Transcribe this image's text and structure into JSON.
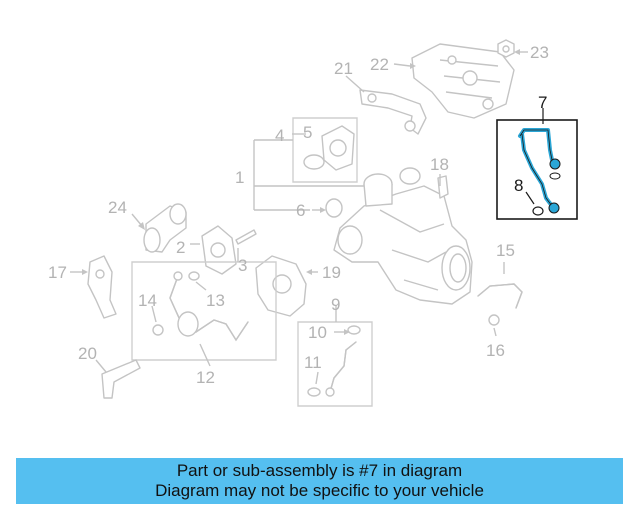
{
  "diagram": {
    "callouts": [
      {
        "id": "1",
        "label": "1"
      },
      {
        "id": "2",
        "label": "2"
      },
      {
        "id": "3",
        "label": "3"
      },
      {
        "id": "4",
        "label": "4"
      },
      {
        "id": "5",
        "label": "5"
      },
      {
        "id": "6",
        "label": "6"
      },
      {
        "id": "7",
        "label": "7"
      },
      {
        "id": "8",
        "label": "8"
      },
      {
        "id": "9",
        "label": "9"
      },
      {
        "id": "10",
        "label": "10"
      },
      {
        "id": "11",
        "label": "11"
      },
      {
        "id": "12",
        "label": "12"
      },
      {
        "id": "13",
        "label": "13"
      },
      {
        "id": "14",
        "label": "14"
      },
      {
        "id": "15",
        "label": "15"
      },
      {
        "id": "16",
        "label": "16"
      },
      {
        "id": "17",
        "label": "17"
      },
      {
        "id": "18",
        "label": "18"
      },
      {
        "id": "19",
        "label": "19"
      },
      {
        "id": "20",
        "label": "20"
      },
      {
        "id": "21",
        "label": "21"
      },
      {
        "id": "22",
        "label": "22"
      },
      {
        "id": "23",
        "label": "23"
      },
      {
        "id": "24",
        "label": "24"
      }
    ],
    "highlight_part": "7",
    "highlight_color": "#2aa6d6",
    "faded_color": "#c4c4c4"
  },
  "banner": {
    "line1": "Part or sub-assembly is #7 in diagram",
    "line2": "Diagram may not be specific to your vehicle",
    "background": "#55bff0"
  }
}
